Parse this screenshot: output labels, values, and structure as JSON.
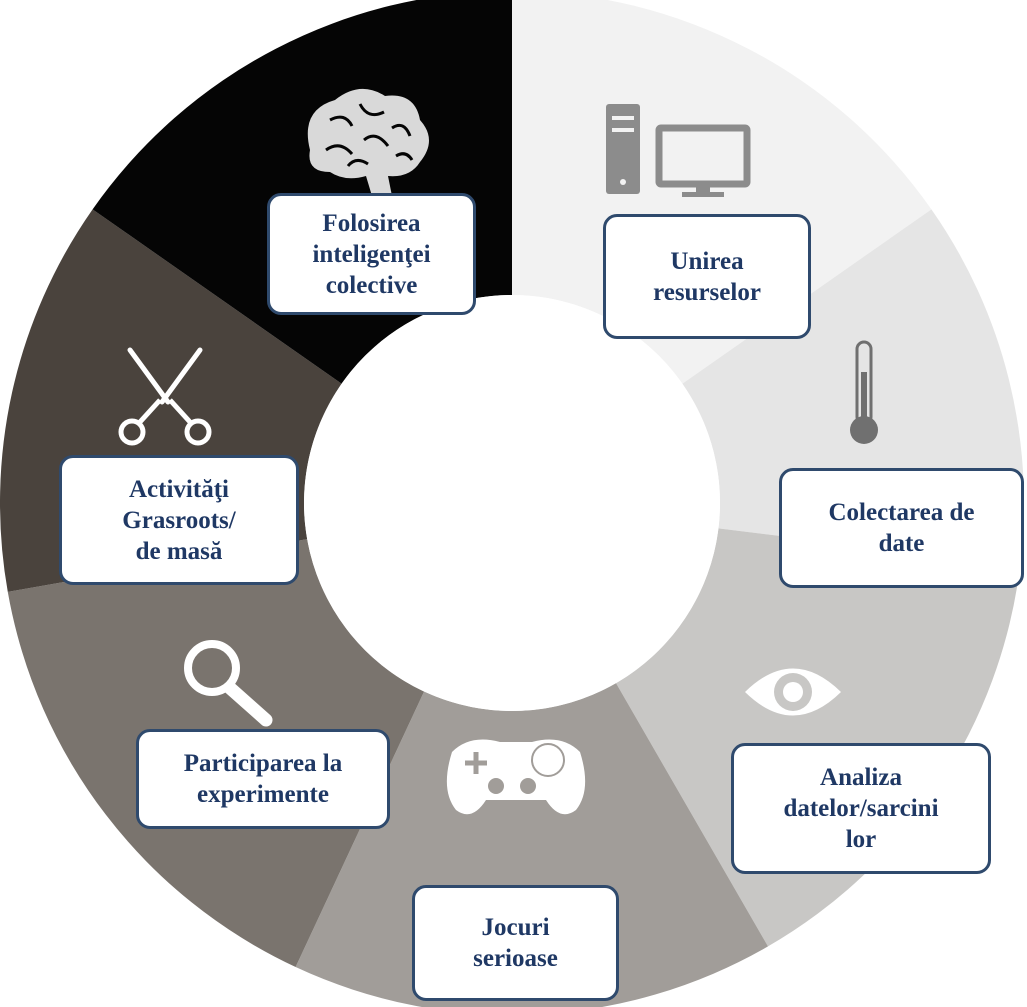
{
  "diagram": {
    "segments": [
      {
        "id": "unirea",
        "label": "Unirea\nresurselor",
        "icon": "computer-monitor-icon",
        "color": "#f2f2f2",
        "icon_color": "#8c8c8c"
      },
      {
        "id": "colectarea",
        "label": "Colectarea de\ndate",
        "icon": "thermometer-icon",
        "color": "#e5e5e5",
        "icon_color": "#707070"
      },
      {
        "id": "analiza",
        "label": "Analiza\ndatelor/sarcini\nlor",
        "icon": "eye-icon",
        "color": "#c8c7c5",
        "icon_color": "#ffffff"
      },
      {
        "id": "jocuri",
        "label": "Jocuri\nserioase",
        "icon": "gamepad-icon",
        "color": "#a19d99",
        "icon_color": "#ffffff"
      },
      {
        "id": "participarea",
        "label": "Participarea la\nexperimente",
        "icon": "magnifier-icon",
        "color": "#7a746e",
        "icon_color": "#ffffff"
      },
      {
        "id": "activitati",
        "label": "Activităţi\nGrasroots/\nde masă",
        "icon": "scissors-icon",
        "color": "#4a433d",
        "icon_color": "#ffffff"
      },
      {
        "id": "folosirea",
        "label": "Folosirea\ninteligenţei\ncolective",
        "icon": "brain-icon",
        "color": "#050505",
        "icon_color": "#d9d9d9"
      }
    ]
  }
}
